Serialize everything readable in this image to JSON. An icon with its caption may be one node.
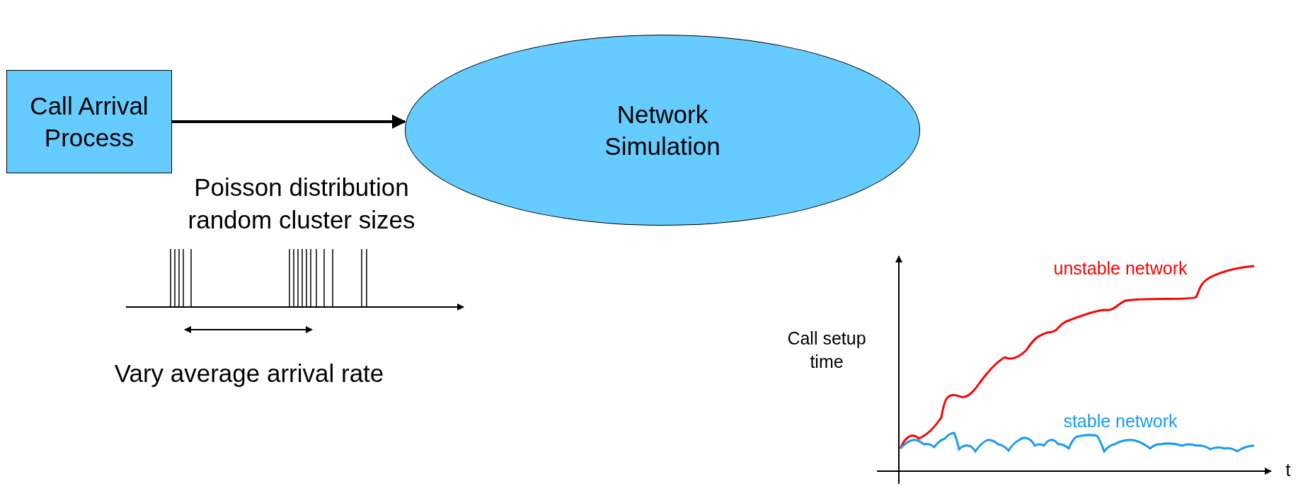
{
  "diagram": {
    "nodes": [
      {
        "text": [
          "Call Arrival Process"
        ]
      },
      {
        "text": [
          "Network Simulation"
        ]
      }
    ],
    "edges": [
      {
        "from": 0,
        "to": 1,
        "arrow": "to"
      }
    ],
    "labels": [
      "Poisson distribution random cluster sizes",
      "Vary average arrival rate",
      "Call setup time",
      "t",
      "unstable network",
      "stable network"
    ]
  }
}
